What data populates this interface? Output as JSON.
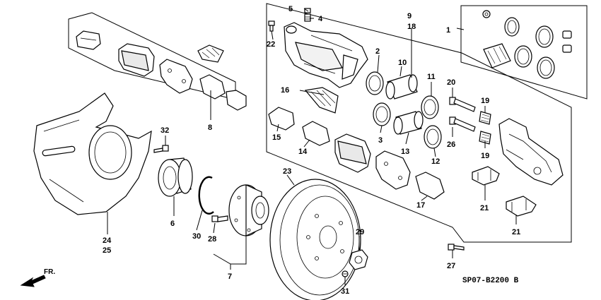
{
  "diagram": {
    "reference_code": "SP07-B2200 B",
    "direction_label": "FR.",
    "callouts": {
      "c1": "1",
      "c2": "2",
      "c3": "3",
      "c4": "4",
      "c5": "5",
      "c6": "6",
      "c7": "7",
      "c8": "8",
      "c9": "9",
      "c10": "10",
      "c11": "11",
      "c12": "12",
      "c13": "13",
      "c14": "14",
      "c15": "15",
      "c16": "16",
      "c17": "17",
      "c18": "18",
      "c19a": "19",
      "c19b": "19",
      "c20": "20",
      "c21a": "21",
      "c21b": "21",
      "c22": "22",
      "c23": "23",
      "c24": "24",
      "c25": "25",
      "c26": "26",
      "c27": "27",
      "c28": "28",
      "c29": "29",
      "c30": "30",
      "c31": "31",
      "c32": "32"
    }
  }
}
